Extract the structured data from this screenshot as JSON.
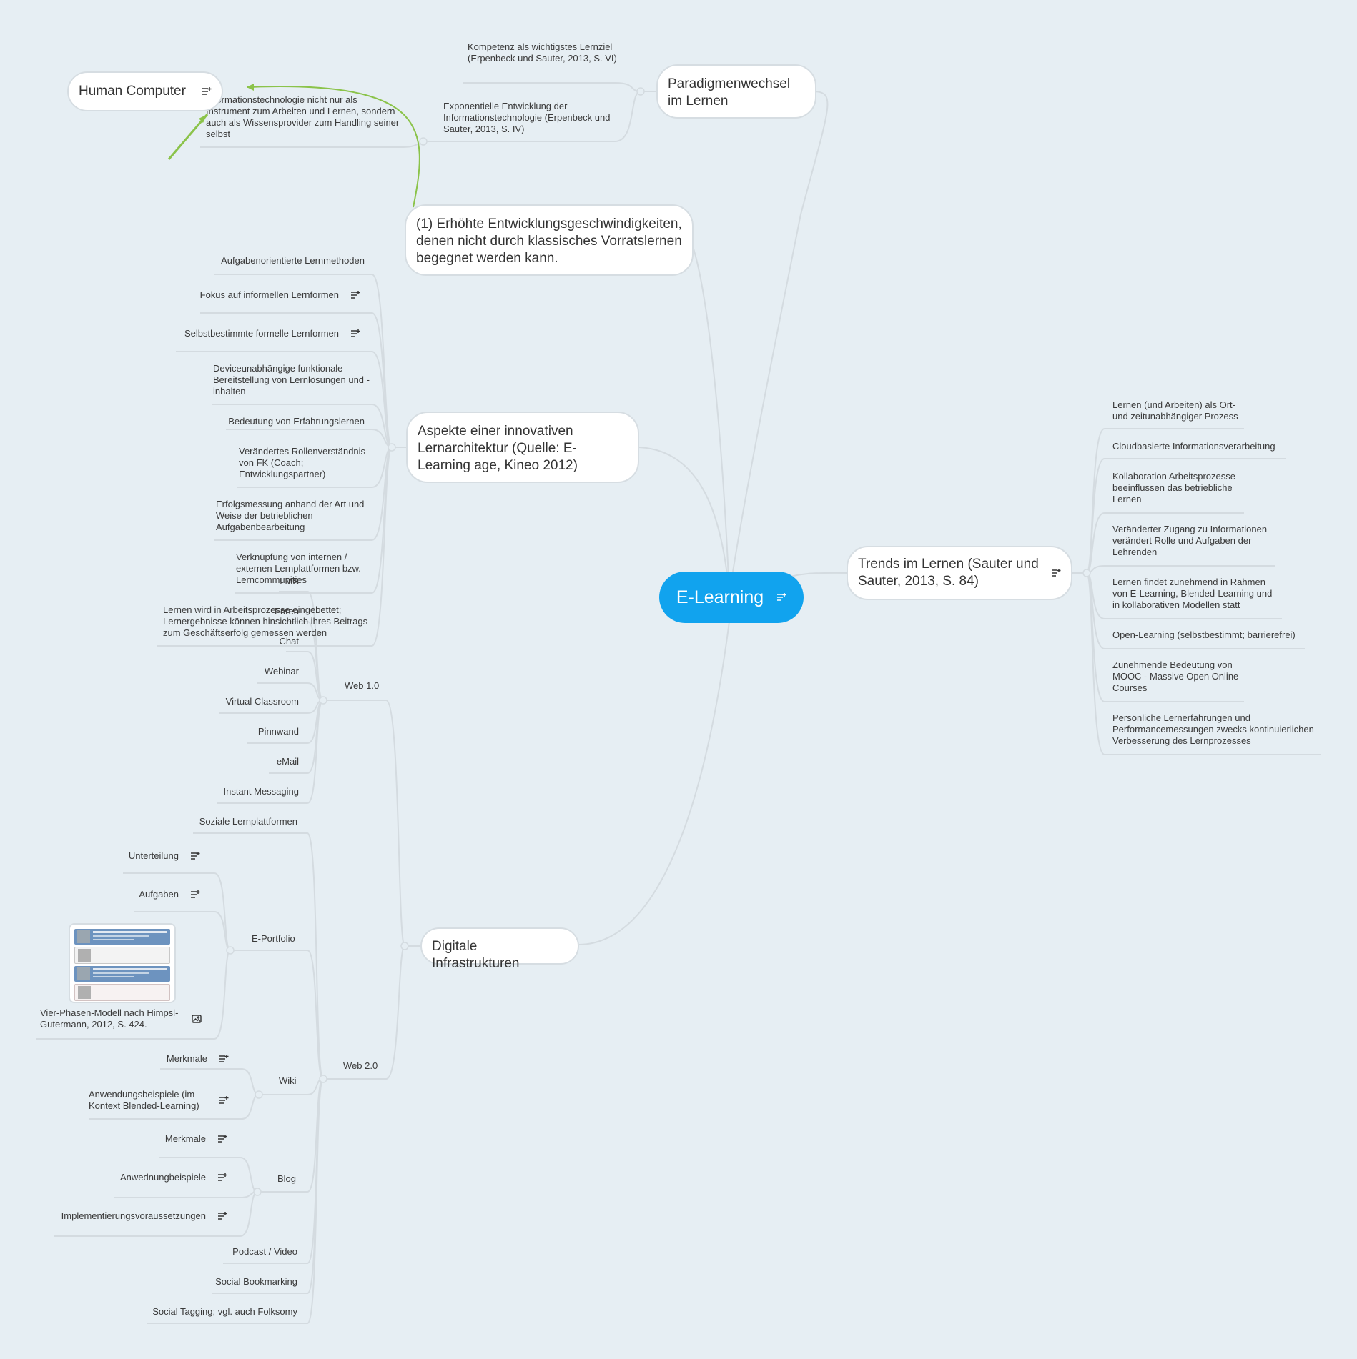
{
  "root": {
    "label": "E-Learning"
  },
  "paradigm": {
    "label": "Paradigmenwechsel im Lernen",
    "children": [
      "Kompetenz als wichtigstes Lernziel (Erpenbeck und Sauter, 2013, S. VI)",
      "Exponentielle Entwicklung der Informationstechnologie (Erpenbeck und Sauter, 2013, S. IV)"
    ],
    "sub": "Informationstechnologie nicht nur als Instrument zum Arbeiten und Lernen, sondern auch als Wissensprovider zum Handling seiner selbst"
  },
  "human_computer": {
    "label": "Human Computer"
  },
  "erhoehte": {
    "label": "(1) Erhöhte Entwicklungsgeschwindigkeiten, denen nicht durch klassisches Vorratslernen begegnet werden kann."
  },
  "aspekte": {
    "label": "Aspekte einer innovativen Lernarchitektur (Quelle: E-Learning age, Kineo 2012)",
    "children": [
      "Aufgabenorientierte Lernmethoden",
      "Fokus auf informellen Lernformen",
      "Selbstbestimmte formelle Lernformen",
      "Deviceunabhängige funktionale Bereitstellung von Lernlösungen und -inhalten",
      "Bedeutung von Erfahrungslernen",
      "Verändertes Rollenverständnis von FK (Coach; Entwicklungspartner)",
      "Erfolgsmessung anhand der Art und Weise der betrieblichen Aufgabenbearbeitung",
      "Verknüpfung von internen / externen Lernplattformen bzw. Lerncommunities",
      "Lernen wird in Arbeitsprozesse eingebettet; Lernergebnisse können hinsichtlich ihres Beitrags zum Geschäftserfolg gemessen werden"
    ]
  },
  "trends": {
    "label": "Trends im Lernen (Sauter und Sauter, 2013, S. 84)",
    "children": [
      "Lernen (und Arbeiten) als Ort- und zeitunabhängiger Prozess",
      "Cloudbasierte Informationsverarbeitung",
      "Kollaboration Arbeitsprozesse beeinflussen das betriebliche Lernen",
      "Veränderter Zugang zu Informationen verändert Rolle und Aufgaben der Lehrenden",
      "Lernen findet zunehmend in Rahmen von E-Learning, Blended-Learning und in kollaborativen Modellen statt",
      "Open-Learning (selbstbestimmt; barrierefrei)",
      "Zunehmende Bedeutung von MOOC - Massive Open Online Courses",
      "Persönliche Lernerfahrungen und Performancemessungen zwecks kontinuierlichen Verbesserung des Lernprozesses"
    ]
  },
  "digital": {
    "label": "Digitale Infrastrukturen",
    "web1": {
      "label": "Web 1.0",
      "children": [
        "LMS",
        "Foren",
        "Chat",
        "Webinar",
        "Virtual Classroom",
        "Pinnwand",
        "eMail",
        "Instant Messaging"
      ]
    },
    "web2": {
      "label": "Web 2.0",
      "soziale": "Soziale Lernplattformen",
      "eportfolio": {
        "label": "E-Portfolio",
        "children": [
          "Unterteilung",
          "Aufgaben"
        ],
        "image_caption": "Vier-Phasen-Modell nach Himpsl-Gutermann, 2012, S. 424."
      },
      "wiki": {
        "label": "Wiki",
        "children": [
          "Merkmale",
          "Anwendungsbeispiele (im Kontext Blended-Learning)"
        ]
      },
      "blog": {
        "label": "Blog",
        "children": [
          "Merkmale",
          "Anwednungbeispiele",
          "Implementierungsvoraussetzungen"
        ]
      },
      "others": [
        "Podcast / Video",
        "Social Bookmarking",
        "Social Tagging; vgl. auch Folksomy"
      ]
    }
  },
  "colors": {
    "root": "#11a3ee",
    "background": "#e6eef3",
    "line": "#d4dbe0",
    "arrow": "#8bc34a"
  },
  "icons": {
    "note": "note-icon",
    "image": "image-icon"
  }
}
